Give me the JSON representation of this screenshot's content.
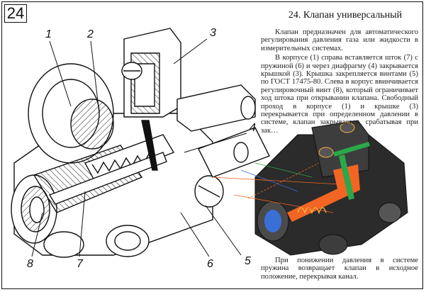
{
  "plate_number": "24",
  "title": "24. Клапан универсальный",
  "paragraphs": [
    "Клапан предназначен для автоматического регулирования давления газа или жидкости в измерительных системах.",
    "В корпусе (1) справа вставляется шток (7) с пружиной (6) и через диафрагму (4) закрывается крышкой (3). Крышка закрепляется винтами (5) по ГОСТ 17475-80. Слева в корпус ввинчивается регулировочный винт (8), который ограничивает ход штока при открывании клапана. Свободный проход в корпусе (1) и крышке (3) перекрывается при определенном давлении в системе, клапан закрывается, срабатывая при зак…",
    "При понижении давления в системе пружина возвращает клапан в исходное положение, перекрывая канал."
  ],
  "callouts": [
    "1",
    "2",
    "3",
    "4",
    "5",
    "6",
    "7",
    "8"
  ],
  "colors": {
    "accent_stem": "#f26522",
    "accent_diaphragm": "#2aa84a",
    "accent_seat": "#3a6fd8",
    "render_body": "#2b2b2b"
  }
}
